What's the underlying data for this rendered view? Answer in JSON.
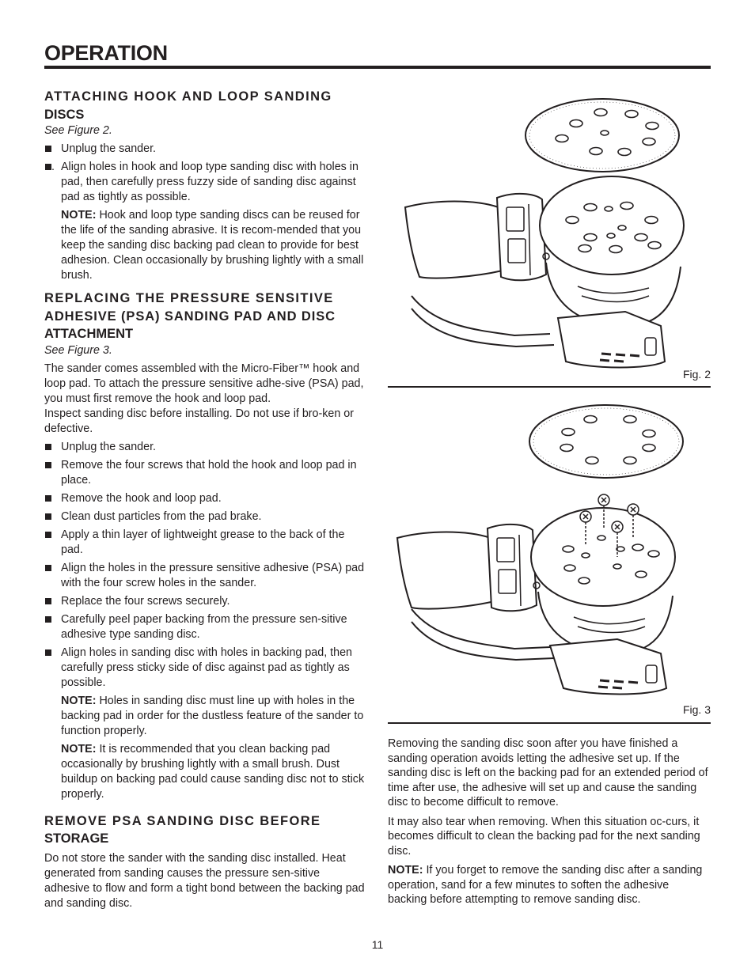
{
  "header": {
    "title": "OPERATION"
  },
  "sections": {
    "hook_loop": {
      "heading_line1": "ATTACHING HOOK AND LOOP SANDING",
      "heading_line2": "DISCS",
      "fig_ref": "See Figure 2.",
      "bullet1": "Unplug the sander.",
      "bullet2_prefix": ".",
      "bullet2": "Align holes in hook and loop type sanding disc with holes in pad, then carefully press fuzzy side of sanding disc against pad as tightly as possible.",
      "note_label": "NOTE:",
      "note_text": " Hook and loop type sanding discs can be reused for the life of the sanding abrasive. It is recom-mended that you keep the sanding disc backing pad clean to provide for best adhesion. Clean occasionally by brushing lightly with a small brush."
    },
    "psa": {
      "heading_line1": "REPLACING THE PRESSURE SENSITIVE",
      "heading_line2": "ADHESIVE (PSA) SANDING PAD AND DISC",
      "heading_line3": "ATTACHMENT",
      "fig_ref": "See Figure 3.",
      "para1": "The sander comes assembled with the Micro-Fiber™ hook and loop pad. To attach the pressure sensitive adhe-sive (PSA) pad, you must first remove the hook and loop pad.",
      "para2": "Inspect sanding disc before installing. Do not use if bro-ken or defective.",
      "bullets": [
        "Unplug the sander.",
        "Remove the four screws that hold the hook and loop pad in place.",
        "Remove the hook and loop pad.",
        "Clean dust particles from the pad brake.",
        "Apply a thin layer of lightweight grease to the back of the pad.",
        "Align the holes in the pressure sensitive adhesive (PSA) pad with the four screw  holes in the sander.",
        "Replace the four screws securely.",
        "Carefully peel paper backing from the pressure sen-sitive adhesive type sanding disc.",
        "Align holes in sanding disc with holes in backing pad, then carefully press sticky side of disc against pad as tightly as possible."
      ],
      "note1_label": "NOTE:",
      "note1_text": " Holes in sanding disc must line up with holes in the backing pad in order for the dustless feature of the sander to function properly.",
      "note2_label": "NOTE:",
      "note2_text": " It is recommended that you clean backing pad occasionally by brushing lightly with a small brush. Dust buildup on backing pad could cause sanding disc not to stick properly."
    },
    "storage": {
      "heading_line1": "REMOVE PSA SANDING DISC BEFORE",
      "heading_line2": "STORAGE",
      "para": "Do not store the sander with the sanding disc installed. Heat generated from sanding causes the pressure sen-sitive adhesive to flow and form a tight bond between the backing pad and sanding disc."
    },
    "right": {
      "para1": "Removing the sanding disc soon after you have finished a sanding operation avoids letting the adhesive set up. If the sanding disc is left on the backing pad for an extended period of time after use, the adhesive will set up and cause the sanding disc to become difficult to remove.",
      "para2": "It may also tear when removing. When this situation oc-curs, it becomes difficult to clean the backing pad for the next sanding disc.",
      "note_label": "NOTE:",
      "note_text": " If you forget to remove the sanding disc after a sanding operation, sand for a few minutes to soften the adhesive backing before attempting to remove sanding disc."
    }
  },
  "figures": {
    "fig2_label": "Fig. 2",
    "fig3_label": "Fig. 3"
  },
  "footer": {
    "page_number": "11"
  }
}
